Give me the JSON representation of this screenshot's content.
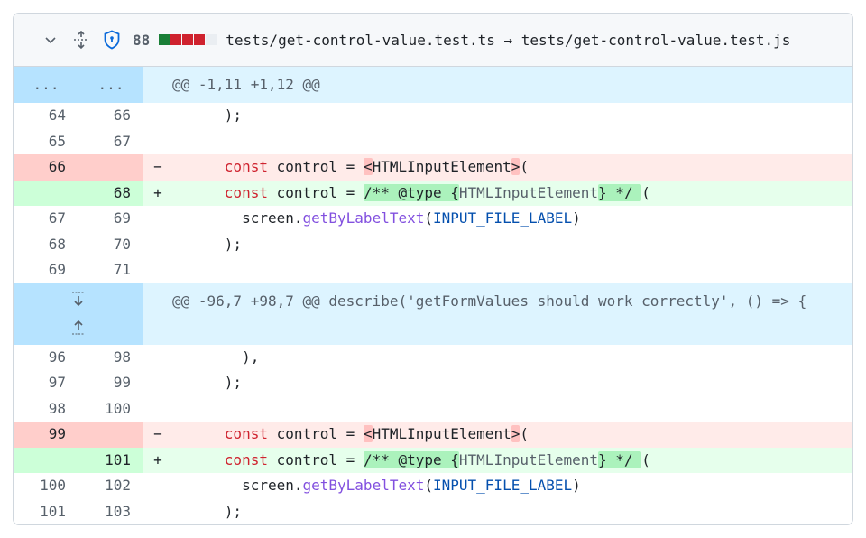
{
  "header": {
    "expand_icon": "chevron-down-icon",
    "unfold_icon": "unfold-icon",
    "security_icon": "shield-lock-icon",
    "changes": "88",
    "diffstat": [
      "add",
      "del",
      "del",
      "del",
      "neutral"
    ],
    "path": "tests/get-control-value.test.ts → tests/get-control-value.test.js"
  },
  "colors": {
    "add": "#1a7f37",
    "del": "#cf222e",
    "neutral": "#eaeef2"
  },
  "hunks": [
    {
      "header": "@@ -1,11 +1,12 @@",
      "left": "...",
      "right": "...",
      "rows": [
        {
          "type": "ctx",
          "old": "64",
          "new": "66",
          "tokens": [
            {
              "t": "      );"
            }
          ]
        },
        {
          "type": "ctx",
          "old": "65",
          "new": "67",
          "tokens": [
            {
              "t": ""
            }
          ]
        },
        {
          "type": "del",
          "old": "66",
          "new": "",
          "mark": "−",
          "tokens": [
            {
              "t": "      "
            },
            {
              "t": "const",
              "c": "kw"
            },
            {
              "t": " control = "
            },
            {
              "t": "<",
              "c": "hd"
            },
            {
              "t": "HTMLInputElement"
            },
            {
              "t": ">",
              "c": "hd"
            },
            {
              "t": "("
            }
          ]
        },
        {
          "type": "add",
          "old": "",
          "new": "68",
          "mark": "+",
          "tokens": [
            {
              "t": "      "
            },
            {
              "t": "const",
              "c": "kw"
            },
            {
              "t": " control = "
            },
            {
              "t": "/** @type {",
              "c": "ha"
            },
            {
              "t": "HTMLInputElement",
              "c": "cm"
            },
            {
              "t": "} */ ",
              "c": "ha"
            },
            {
              "t": "("
            }
          ]
        },
        {
          "type": "ctx",
          "old": "67",
          "new": "69",
          "tokens": [
            {
              "t": "        screen."
            },
            {
              "t": "getByLabelText",
              "c": "fn"
            },
            {
              "t": "("
            },
            {
              "t": "INPUT_FILE_LABEL",
              "c": "cn"
            },
            {
              "t": ")"
            }
          ]
        },
        {
          "type": "ctx",
          "old": "68",
          "new": "70",
          "tokens": [
            {
              "t": "      );"
            }
          ]
        },
        {
          "type": "ctx",
          "old": "69",
          "new": "71",
          "tokens": [
            {
              "t": ""
            }
          ]
        }
      ]
    },
    {
      "header": "@@ -96,7 +98,7 @@ describe('getFormValues should work correctly', () => {",
      "rows": [
        {
          "type": "ctx",
          "old": "96",
          "new": "98",
          "tokens": [
            {
              "t": "        ),"
            }
          ]
        },
        {
          "type": "ctx",
          "old": "97",
          "new": "99",
          "tokens": [
            {
              "t": "      );"
            }
          ]
        },
        {
          "type": "ctx",
          "old": "98",
          "new": "100",
          "tokens": [
            {
              "t": ""
            }
          ]
        },
        {
          "type": "del",
          "old": "99",
          "new": "",
          "mark": "−",
          "tokens": [
            {
              "t": "      "
            },
            {
              "t": "const",
              "c": "kw"
            },
            {
              "t": " control = "
            },
            {
              "t": "<",
              "c": "hd"
            },
            {
              "t": "HTMLInputElement"
            },
            {
              "t": ">",
              "c": "hd"
            },
            {
              "t": "("
            }
          ]
        },
        {
          "type": "add",
          "old": "",
          "new": "101",
          "mark": "+",
          "tokens": [
            {
              "t": "      "
            },
            {
              "t": "const",
              "c": "kw"
            },
            {
              "t": " control = "
            },
            {
              "t": "/** @type {",
              "c": "ha"
            },
            {
              "t": "HTMLInputElement",
              "c": "cm"
            },
            {
              "t": "} */ ",
              "c": "ha"
            },
            {
              "t": "("
            }
          ]
        },
        {
          "type": "ctx",
          "old": "100",
          "new": "102",
          "tokens": [
            {
              "t": "        screen."
            },
            {
              "t": "getByLabelText",
              "c": "fn"
            },
            {
              "t": "("
            },
            {
              "t": "INPUT_FILE_LABEL",
              "c": "cn"
            },
            {
              "t": ")"
            }
          ]
        },
        {
          "type": "ctx",
          "old": "101",
          "new": "103",
          "tokens": [
            {
              "t": "      );"
            }
          ]
        }
      ]
    }
  ]
}
